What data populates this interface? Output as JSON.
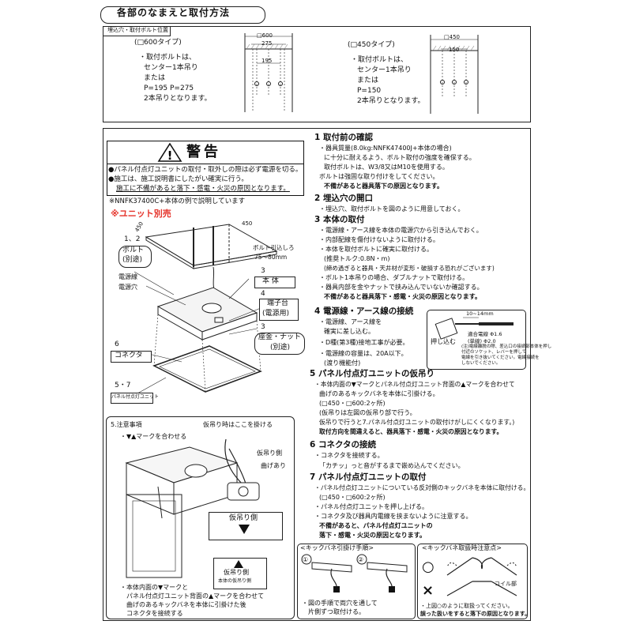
{
  "header": {
    "title": "各部のなまえと取付方法"
  },
  "bolt_section": {
    "tag": "埋込穴・取付ボルト位置",
    "type600": {
      "title": "(□600タイプ)",
      "lines": [
        "・取付ボルトは、",
        "センター1本吊り",
        "または",
        "P=195 P=275",
        "2本吊りとなります。"
      ],
      "dims": [
        "□600",
        "275",
        "195"
      ]
    },
    "type450": {
      "title": "(□450タイプ)",
      "lines": [
        "・取付ボルトは、",
        "センター1本吊り",
        "または",
        "P=150",
        "2本吊りとなります。"
      ],
      "dims": [
        "□450",
        "150"
      ]
    }
  },
  "warning": {
    "title": "警告",
    "lines": [
      "●パネル付点灯ユニットの取付・取外しの際は必ず電源を切る。",
      "●施工は、施工説明書にしたがい確実に行う。",
      "施工に不備があると落下・感電・火災の原因となります。"
    ],
    "note": "※NNFK37400C+本体の例で説明しています",
    "unit_sold": "※ユニット別売"
  },
  "diagram_main": {
    "dim_450a": "450",
    "dim_450b": "450",
    "bolt_embed": "ボルト引込しろ",
    "bolt_embed_range": "75～80mm",
    "label_12": "1、2",
    "bolt_label": "ボルト",
    "bolt_sub": "(別途)",
    "power_wire": "電源線",
    "power_hole": "電源穴",
    "num3a": "3",
    "body": "本 体",
    "num4": "4",
    "terminal": "端子台",
    "terminal_sub": "(電源用)",
    "num3b": "3",
    "washer_nut": "座金・ナット",
    "washer_sub": "(別途)",
    "num6": "6",
    "connector": "コネクタ",
    "num57": "5・7",
    "panel_unit": "パネル付点灯ユニット"
  },
  "diagram_notes": {
    "title": "5.注意事項",
    "mark_align": "・▼▲マークを合わせる",
    "hang_here": "仮吊り時はここを掛ける",
    "hang_side": "仮吊り側",
    "bend": "曲げあり",
    "hang_side_box": "仮吊り側",
    "hang_side_small": "仮吊り側",
    "small_note": "本体の仮吊り側",
    "caption": [
      "・本体内面の▼マークと",
      "パネル付点灯ユニット背面の▲マークを合わせて",
      "曲げのあるキックバネを本体に引掛けた後",
      "コネクタを接続する"
    ]
  },
  "steps": [
    {
      "title": "1 取付前の確認",
      "lines": [
        "・器具質量(8.0kg:NNFK47400J+本体の場合)",
        "に十分に耐えるよう、ボルト取付の強度を確保する。",
        "取付ボルトは、W3/8又はM10を使用する。",
        "ボルトは強固な取り付けをしてください。"
      ],
      "bold": "不備があると器具落下の原因となります。"
    },
    {
      "title": "2 埋込穴の開口",
      "lines": [
        "・埋込穴、取付ボルトを図のように用意しておく。"
      ]
    },
    {
      "title": "3 本体の取付",
      "lines": [
        "・電源線・アース線を本体の電源穴から引き込んでおく。",
        "・内部配線を傷付けないように取付ける。",
        "・本体を取付ボルトに確実に取付ける。",
        "(推奨トルク:0.8N・m)",
        "(締め過ぎると器具・天井材が変形・破損する恐れがございます)",
        "・ボルト1本吊りの場合、ダブルナットで取付ける。",
        "・器具内部を金やナットで挟み込んでいないか確認する。"
      ],
      "bold": "不備があると器具落下・感電・火災の原因となります。"
    },
    {
      "title": "4 電源線・アース線の接続",
      "lines": [
        "・電源線、アース線を",
        "確実に差し込む。",
        "・D種(第3種)接地工事が必要。",
        "・電源線の容量は、20A以下。",
        "(渡り機能付)"
      ]
    },
    {
      "title": "5 パネル付点灯ユニットの仮吊り",
      "lines": [
        "・本体内面の▼マークとパネル付点灯ユニット背面の▲マークを合わせて",
        "曲げのあるキックバネを本体に引掛ける。",
        "(□450・□600:2ヶ所)",
        "(仮吊りは左図の仮吊り部で行う。",
        "仮吊りで行うと7.パネル付点灯ユニットの取付けがしにくくなります。)"
      ],
      "bold": "取付方向を間違えると、器具落下・感電・火災の原因となります。"
    },
    {
      "title": "6 コネクタの接続",
      "lines": [
        "・コネクタを接続する。",
        "「カチッ」っと音がするまで嵌め込んでください。"
      ]
    },
    {
      "title": "7 パネル付点灯ユニットの取付",
      "lines": [
        "・パネル付点灯ユニットについている反対側のキックバネを本体に取付ける。",
        "(□450・□600:2ヶ所)",
        "・パネル付点灯ユニットを押し上げる。",
        "・コネクタ及び器具内電線を挟まないように注意する。"
      ],
      "bold_lines": [
        "不備があると、パネル付点灯ユニットの",
        "落下・感電・火災の原因となります。"
      ]
    }
  ],
  "wire_detail": {
    "push": "押し込む",
    "strip": "10~14mm",
    "spec1": "適合電線 Φ1.6",
    "spec2": "(単線) Φ2.0",
    "note": [
      "(注)電線離脱の際、差込口の接続部本体を押し",
      "付近のソケット、レバーを押して",
      "電線を引き抜いてください。電線接続を",
      "しないでください。"
    ]
  },
  "kick_spring": {
    "title": "<キックバネ引掛け手順>",
    "caption": [
      "・図の手順で両穴を通して",
      "片側ずつ取付ける。"
    ],
    "n1": "①",
    "n2": "②"
  },
  "kick_handle": {
    "title": "<キックバネ取扱時注意点>",
    "coil": "コイル部",
    "ok": "○",
    "ng": "×",
    "caption_top": "・上図○のように取扱ってください。",
    "caption_bold": "誤った扱いをすると落下の原因となります。"
  }
}
